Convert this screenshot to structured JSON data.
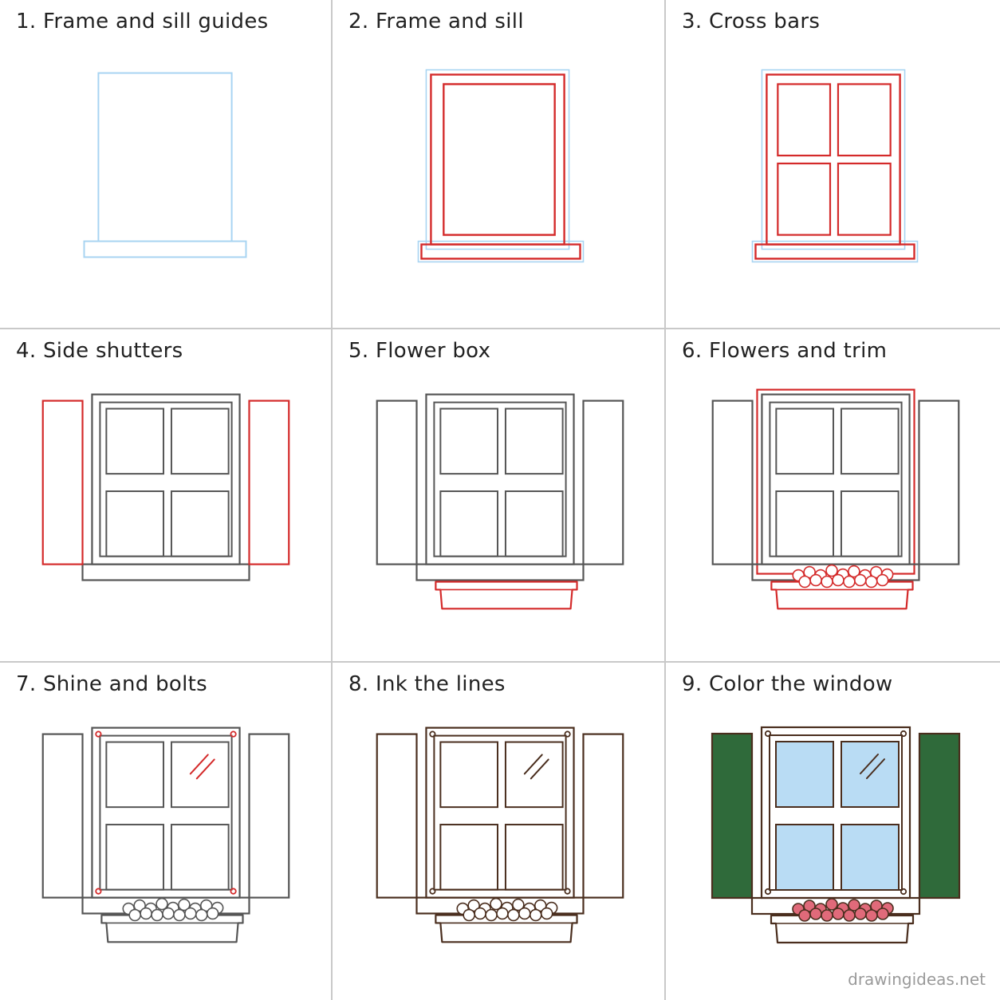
{
  "steps": [
    {
      "label": "1. Frame and sill guides"
    },
    {
      "label": "2. Frame and sill"
    },
    {
      "label": "3. Cross bars"
    },
    {
      "label": "4. Side shutters"
    },
    {
      "label": "5. Flower box"
    },
    {
      "label": "6. Flowers and trim"
    },
    {
      "label": "7. Shine and bolts"
    },
    {
      "label": "8. Ink the lines"
    },
    {
      "label": "9. Color the window"
    }
  ],
  "watermark": "drawingideas.net",
  "colors": {
    "guide_line": "#a8d4f2",
    "new_line": "#d42a2a",
    "pencil_line": "#555555",
    "ink_line": "#4a2e1e",
    "glass_fill": "#b9dcf4",
    "shutter_fill": "#2f6a3a",
    "flower_fill": "#e06a7a",
    "grid_line": "#c9c9c9"
  },
  "icons": [
    "window-drawing-icon",
    "shutter-icon",
    "flower-box-icon",
    "glass-shine-icon",
    "bolt-icon"
  ]
}
